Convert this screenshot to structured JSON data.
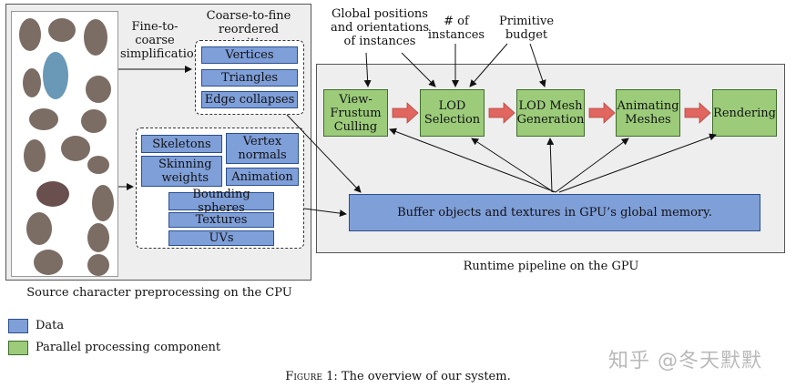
{
  "cpu": {
    "label_fine_to_coarse": "Fine-to-\ncoarse\nsimplification",
    "label_coarse_to_fine": "Coarse-to-fine\nreordered primitives",
    "primitives": [
      "Vertices",
      "Triangles",
      "Edge collapses"
    ],
    "data_items": {
      "skeletons": "Skeletons",
      "vertex_normals": "Vertex\nnormals",
      "skinning_weights": "Skinning\nweights",
      "animation": "Animation",
      "bounding_spheres": "Bounding spheres",
      "textures": "Textures",
      "uvs": "UVs"
    },
    "panel_caption": "Source character preprocessing on the CPU"
  },
  "gpu": {
    "inputs": {
      "global_positions": "Global positions\nand orientations\nof instances",
      "num_instances": "# of\ninstances",
      "primitive_budget": "Primitive\nbudget"
    },
    "stages": [
      "View-\nFrustum\nCulling",
      "LOD\nSelection",
      "LOD Mesh\nGeneration",
      "Animating\nMeshes",
      "Rendering"
    ],
    "buffer": "Buffer objects and textures in GPU’s global memory.",
    "panel_caption": "Runtime pipeline on the GPU"
  },
  "legend": {
    "data": "Data",
    "parallel": "Parallel processing component"
  },
  "colors": {
    "data": "#7f9fd9",
    "process": "#9ccc7a",
    "arrow": "#e0665f"
  },
  "caption": {
    "prefix": "Figure 1",
    "text": ": The overview of our system."
  },
  "watermark": "知乎 @冬天默默"
}
